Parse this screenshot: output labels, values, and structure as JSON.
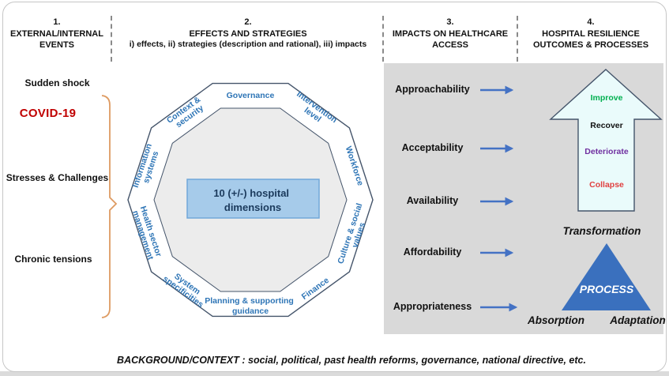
{
  "columns": {
    "c1": {
      "num": "1.",
      "title": "EXTERNAL/INTERNAL EVENTS"
    },
    "c2": {
      "num": "2.",
      "title": "EFFECTS AND STRATEGIES",
      "subtitle": "i) effects, ii) strategies (description and rational), iii) impacts"
    },
    "c3": {
      "num": "3.",
      "title": "IMPACTS ON HEALTHCARE ACCESS"
    },
    "c4": {
      "num": "4.",
      "title": "HOSPITAL RESILIENCE OUTCOMES & PROCESSES"
    }
  },
  "events": {
    "sudden_shock": "Sudden shock",
    "covid": "COVID-19",
    "stresses": "Stresses & Challenges",
    "chronic": "Chronic tensions"
  },
  "decagon": {
    "center_line1": "10 (+/-) hospital",
    "center_line2": "dimensions",
    "sides": {
      "governance": "Governance",
      "intervention1": "Intervention",
      "intervention2": "level",
      "workforce": "Workforce",
      "culture1": "Culture & social",
      "culture2": "values",
      "finance": "Finance",
      "planning1": "Planning & supporting",
      "planning2": "guidance",
      "system1": "System",
      "system2": "specificities",
      "health1": "Health sector",
      "health2": "management",
      "info1": "Information",
      "info2": "systems",
      "context1": "Context &",
      "context2": "security"
    }
  },
  "access": {
    "items": [
      "Approachability",
      "Acceptability",
      "Availability",
      "Affordability",
      "Appropriateness"
    ]
  },
  "outcomes": {
    "improve": "Improve",
    "recover": "Recover",
    "deteriorate": "Deteriorate",
    "collapse": "Collapse",
    "transformation": "Transformation",
    "process": "PROCESS",
    "absorption": "Absorption",
    "adaptation": "Adaptation"
  },
  "caption": "BACKGROUND/CONTEXT : social, political, past health reforms, governance, national directive, etc.",
  "colors": {
    "label_blue": "#2E75B6",
    "arrow_blue": "#4472C4",
    "covid_red": "#C00000",
    "improve_green": "#00B050",
    "deteriorate_purple": "#7030A0",
    "collapse_red": "#E04040",
    "bracket_orange": "#DE9B62",
    "panel_gray": "#D9D9D9",
    "triangle_blue": "#3A70BE",
    "big_arrow_fill": "#EAFBFB"
  }
}
